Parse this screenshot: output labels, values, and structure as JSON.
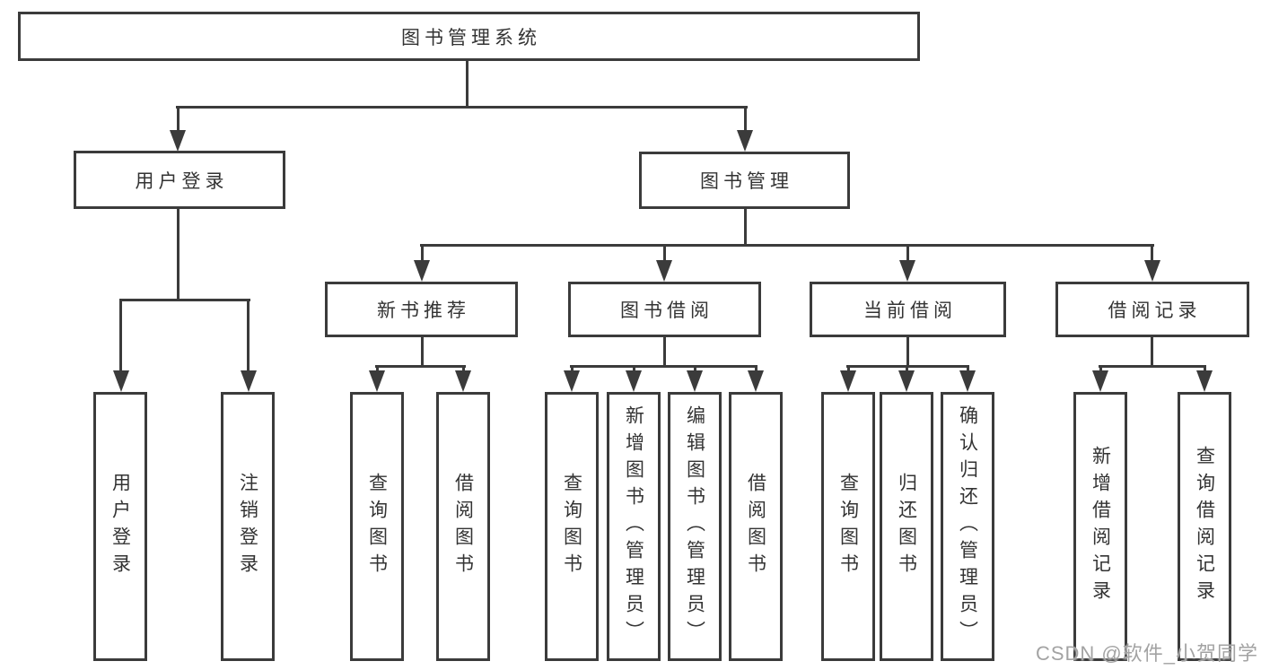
{
  "tree": {
    "root": {
      "label": "图书管理系统"
    },
    "branches": [
      {
        "label": "用户登录",
        "children": [
          {
            "label": "用户登录"
          },
          {
            "label": "注销登录"
          }
        ]
      },
      {
        "label": "图书管理",
        "children": [
          {
            "label": "新书推荐",
            "children": [
              {
                "label": "查询图书"
              },
              {
                "label": "借阅图书"
              }
            ]
          },
          {
            "label": "图书借阅",
            "children": [
              {
                "label": "查询图书"
              },
              {
                "label": "新增图书（管理员）"
              },
              {
                "label": "编辑图书（管理员）"
              },
              {
                "label": "借阅图书"
              }
            ]
          },
          {
            "label": "当前借阅",
            "children": [
              {
                "label": "查询图书"
              },
              {
                "label": "归还图书"
              },
              {
                "label": "确认归还（管理员）"
              }
            ]
          },
          {
            "label": "借阅记录",
            "children": [
              {
                "label": "新增借阅记录"
              },
              {
                "label": "查询借阅记录"
              }
            ]
          }
        ]
      }
    ]
  },
  "watermark": {
    "text": "CSDN @软件_小贺同学"
  },
  "colors": {
    "background": "#ffffff",
    "line": "#3b3b3b",
    "box_border": "#3b3b3b",
    "text": "#333333",
    "watermark": "#a3a3a3"
  }
}
